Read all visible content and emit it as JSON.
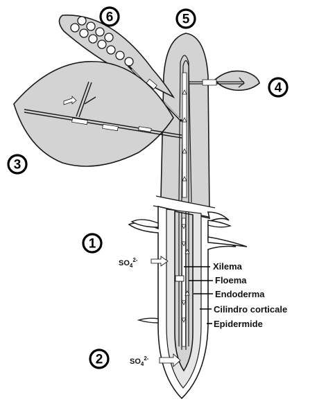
{
  "markers": [
    {
      "id": "1",
      "text": "1"
    },
    {
      "id": "2",
      "text": "2"
    },
    {
      "id": "3",
      "text": "3"
    },
    {
      "id": "4",
      "text": "4"
    },
    {
      "id": "5",
      "text": "5"
    },
    {
      "id": "6",
      "text": "6"
    }
  ],
  "tissue_labels": {
    "xilema": "Xilema",
    "floema": "Floema",
    "endoderma": "Endoderma",
    "cilindro": "Cilindro corticale",
    "epidermide": "Epidermide"
  },
  "ion": {
    "base": "SO",
    "sub": "4",
    "sup": "2-"
  },
  "colors": {
    "tissue_fill": "#d3d3d3",
    "outline": "#1a1a1a",
    "arrow_fill": "#ffffff"
  }
}
